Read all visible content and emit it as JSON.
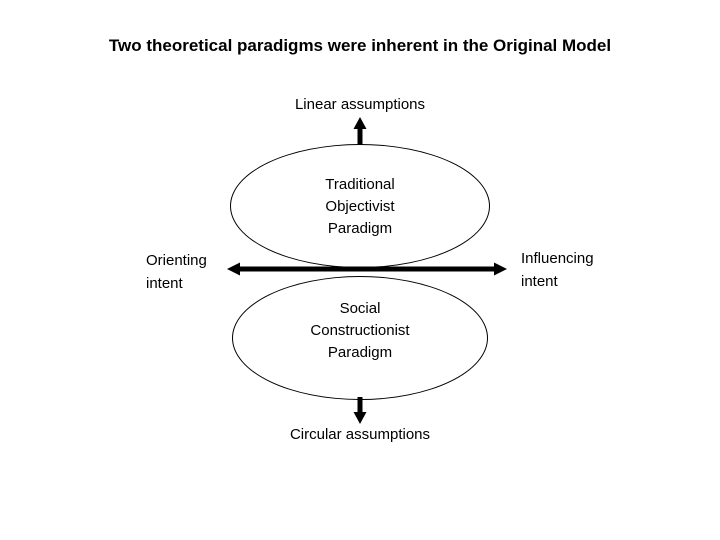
{
  "slide": {
    "title": "Two theoretical paradigms were inherent in the Original Model",
    "linear_label": "Linear assumptions",
    "circular_label": "Circular assumptions",
    "orienting": {
      "line1": "Orienting",
      "line2": "intent"
    },
    "influencing": {
      "line1": "Influencing",
      "line2": "intent"
    },
    "top_ellipse": {
      "line1": "Traditional",
      "line2": "Objectivist",
      "line3": "Paradigm"
    },
    "bottom_ellipse": {
      "line1": "Social",
      "line2": "Constructionist",
      "line3": "Paradigm"
    },
    "icons": {
      "up_arrow": "thick black arrow pointing up",
      "down_arrow": "thick black arrow pointing down",
      "left_right_arrow": "thick black double-headed horizontal arrow"
    },
    "colors": {
      "background": "#ffffff",
      "text": "#000000",
      "shape_stroke": "#000000",
      "arrow_fill": "#000000"
    }
  }
}
